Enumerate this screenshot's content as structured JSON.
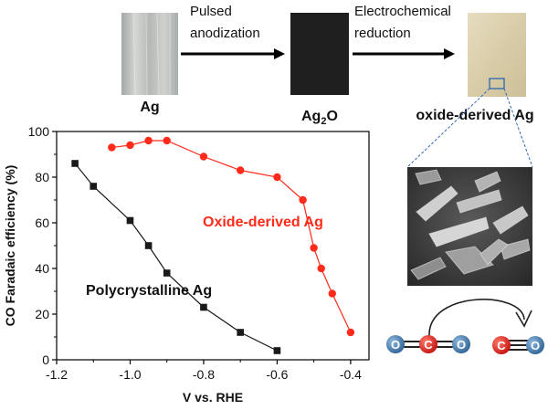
{
  "process": {
    "step1": {
      "line1": "Pulsed",
      "line2": "anodization"
    },
    "step2": {
      "line1": "Electrochemical",
      "line2": "reduction"
    }
  },
  "samples": {
    "ag": "Ag",
    "ag2o_base": "Ag",
    "ag2o_sub": "2",
    "ag2o_tail": "O",
    "oxide_derived": "oxide-derived Ag"
  },
  "molecules": {
    "o": "O",
    "c": "C",
    "colors": {
      "oxygen": "#3c74a8",
      "carbon": "#e0201a",
      "bond": "#222222"
    }
  },
  "chart_data": {
    "type": "line",
    "xlabel": "V vs. RHE",
    "ylabel": "CO Faradaic efficiency (%)",
    "xlim": [
      -1.2,
      -0.35
    ],
    "ylim": [
      0,
      100
    ],
    "xticks": [
      {
        "value": -1.2,
        "label": "-1.2"
      },
      {
        "value": -1.0,
        "label": "-1.0"
      },
      {
        "value": -0.8,
        "label": "-0.8"
      },
      {
        "value": -0.6,
        "label": "-0.6"
      },
      {
        "value": -0.4,
        "label": "-0.4"
      }
    ],
    "yticks": [
      {
        "value": 0,
        "label": "0"
      },
      {
        "value": 20,
        "label": "20"
      },
      {
        "value": 40,
        "label": "40"
      },
      {
        "value": 60,
        "label": "60"
      },
      {
        "value": 80,
        "label": "80"
      },
      {
        "value": 100,
        "label": "100"
      }
    ],
    "grid": false,
    "series": [
      {
        "name": "Oxide-derived Ag",
        "color": "#ff2a1a",
        "marker": "circle",
        "x": [
          -1.05,
          -1.0,
          -0.95,
          -0.9,
          -0.8,
          -0.7,
          -0.6,
          -0.53,
          -0.5,
          -0.48,
          -0.45,
          -0.4
        ],
        "y": [
          93,
          94,
          96,
          96,
          89,
          83,
          80,
          70,
          49,
          40,
          29,
          12
        ]
      },
      {
        "name": "Polycrystalline Ag",
        "color": "#1a1a1a",
        "marker": "square",
        "x": [
          -1.15,
          -1.1,
          -1.0,
          -0.95,
          -0.9,
          -0.8,
          -0.7,
          -0.6
        ],
        "y": [
          86,
          76,
          61,
          50,
          38,
          23,
          12,
          4
        ]
      }
    ]
  }
}
